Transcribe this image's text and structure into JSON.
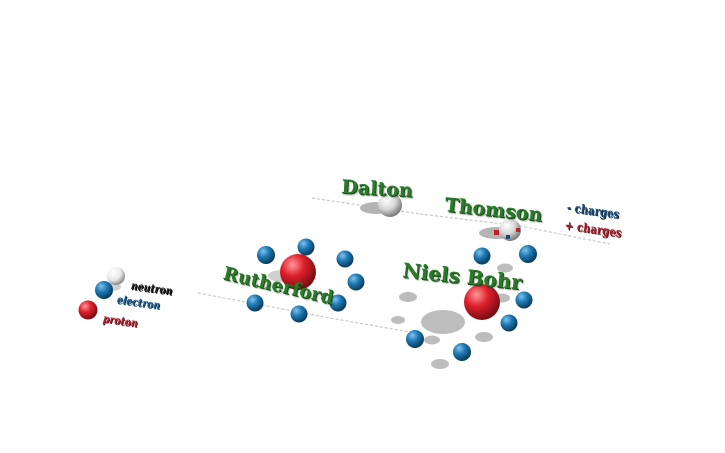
{
  "models": {
    "dalton": "Dalton",
    "thomson": "Thomson",
    "rutherford": "Rutherford",
    "bohr": "Niels Bohr"
  },
  "charge_legend": {
    "negative": "- charges",
    "positive": "+ charges"
  },
  "particle_legend": {
    "neutron": "neutron",
    "electron": "electron",
    "proton": "proton"
  },
  "colors": {
    "electron": "#1f7bb5",
    "proton": "#e0202c",
    "neutron": "#f2f2f2",
    "label_green": "#2a7a2a",
    "shadow": "#b0b0b0"
  }
}
